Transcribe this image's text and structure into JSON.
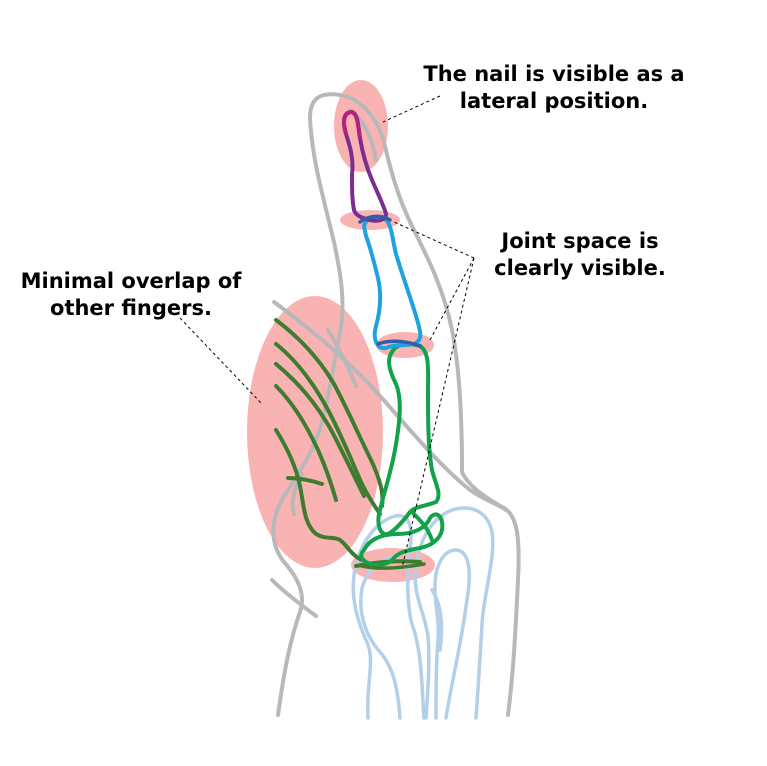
{
  "annotations": {
    "nail": {
      "line1": "The nail is visible as a",
      "line2": "lateral position."
    },
    "joint": {
      "line1": "Joint space is",
      "line2": "clearly visible."
    },
    "overlap": {
      "line1": "Minimal overlap of",
      "line2": "other fingers."
    }
  },
  "colors": {
    "skin_outline": "#b8b8b8",
    "highlight": "#f79a9a",
    "distal_phalanx": "#7a2e8e",
    "nail_tip": "#b0237a",
    "middle_phalanx": "#1fa3df",
    "proximal_phalanx": "#12a24a",
    "other_fingers": "#3e7d2f",
    "metacarpals": "#b4cfe8",
    "leader_line": "#000000"
  }
}
